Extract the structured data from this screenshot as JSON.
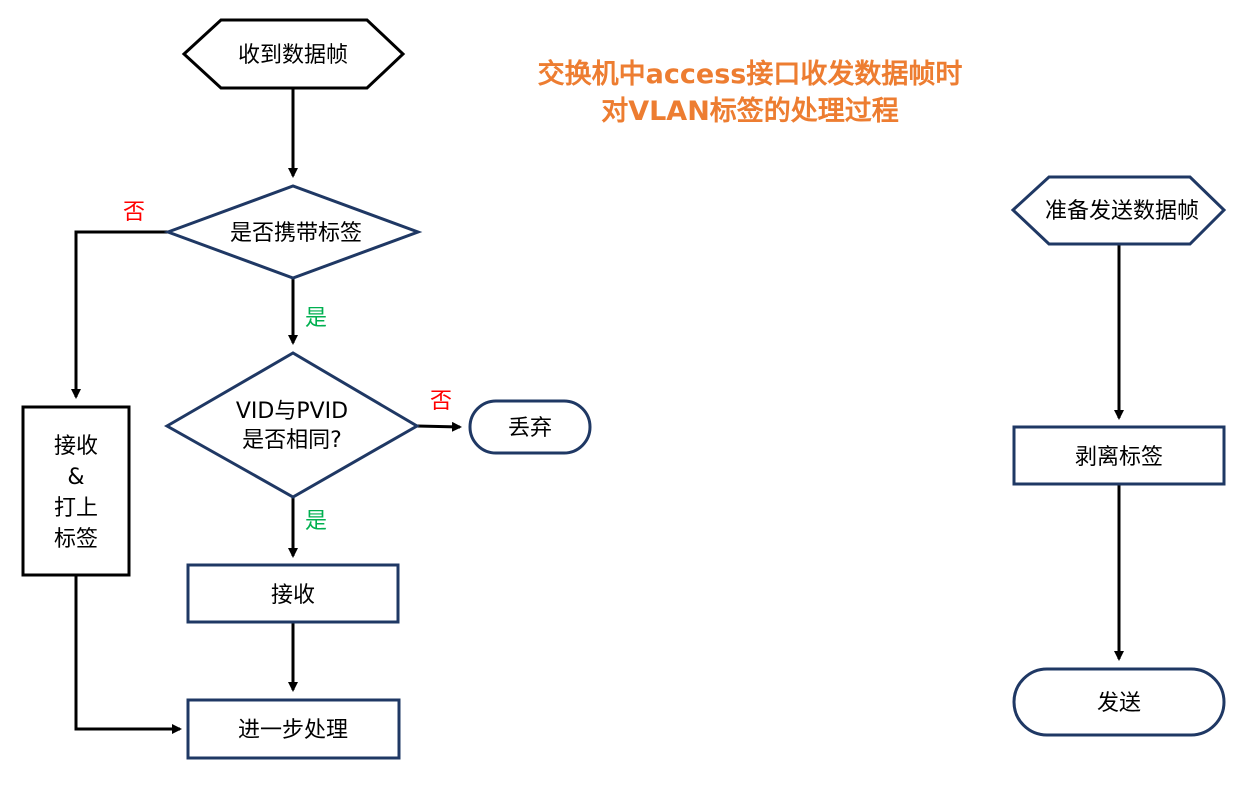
{
  "title": {
    "line1": "交换机中access接口收发数据帧时",
    "line2": "对VLAN标签的处理过程"
  },
  "colors": {
    "title": "#ED7D31",
    "node_border": "#1F3864",
    "arrow": "#000000",
    "no_label": "#FF0000",
    "yes_label": "#00B050"
  },
  "receive_flow": {
    "start": "收到数据帧",
    "check_tag": "是否携带标签",
    "check_vid_line1": "VID与PVID",
    "check_vid_line2": "是否相同?",
    "discard": "丢弃",
    "accept": "接收",
    "accept_tag_line1": "接收",
    "accept_tag_line2": "&",
    "accept_tag_line3": "打上",
    "accept_tag_line4": "标签",
    "next": "进一步处理"
  },
  "send_flow": {
    "start": "准备发送数据帧",
    "strip": "剥离标签",
    "send": "发送"
  },
  "branch_labels": {
    "no_1": "否",
    "yes_1": "是",
    "no_2": "否",
    "yes_2": "是"
  }
}
